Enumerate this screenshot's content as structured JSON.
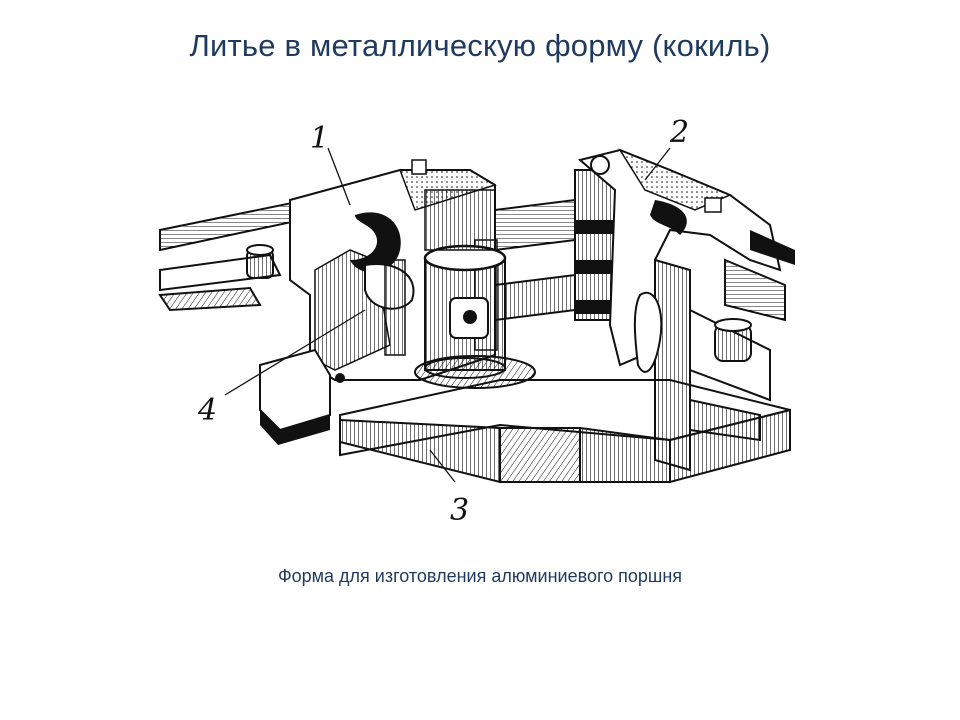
{
  "title": "Литье в металлическую форму (кокиль)",
  "caption": "Форма для изготовления алюминиевого поршня",
  "figure": {
    "callouts": [
      {
        "id": "part-1",
        "label": "1"
      },
      {
        "id": "part-2",
        "label": "2"
      },
      {
        "id": "part-3",
        "label": "3"
      },
      {
        "id": "part-4",
        "label": "4"
      }
    ]
  },
  "colors": {
    "title_text": "#1f3a5f",
    "ink": "#111111",
    "background": "#ffffff"
  }
}
